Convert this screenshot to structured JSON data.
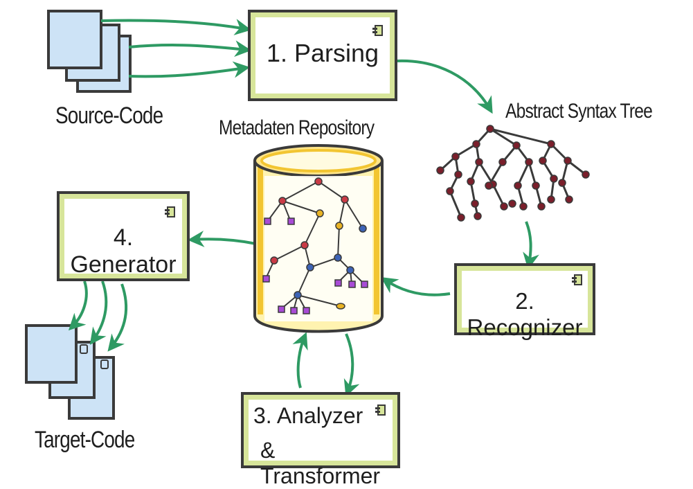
{
  "labels": {
    "source_code": "Source-Code",
    "metadata_repo": "Metadaten Repository",
    "ast": "Abstract Syntax Tree",
    "target_code": "Target-Code"
  },
  "steps": {
    "parsing": "1. Parsing",
    "recognizer": "2. Recognizer",
    "analyzer_line1": "3.  Analyzer",
    "analyzer_line2": "& Transformer",
    "generator": "4. Generator"
  },
  "colors": {
    "arrow": "#2e9a63",
    "box_fill": "#d7e59a",
    "doc_fill": "#cde3f6",
    "cylinder_fill": "#fff3b0",
    "cylinder_edge": "#f2c531",
    "node_red": "#c93b46",
    "node_yellow": "#e8b325",
    "node_blue": "#3d63b5",
    "leaf_purple": "#a84bd6",
    "ast_node": "#7a1f2b"
  },
  "icons": [
    "component-icon",
    "document-icon",
    "database-icon",
    "tree-icon",
    "arrow-icon"
  ]
}
